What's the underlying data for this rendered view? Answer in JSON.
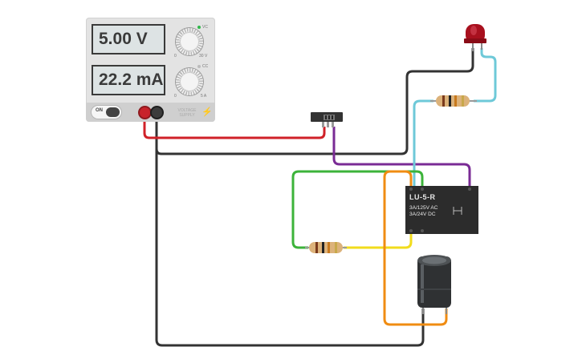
{
  "power_supply": {
    "voltage_display": "5.00 V",
    "current_display": "22.2 mA",
    "power_label": "ON",
    "voltage_knob": {
      "min_label": "0",
      "max_label": "30 V",
      "mode_label": "VC"
    },
    "current_knob": {
      "min_label": "0",
      "max_label": "5 A",
      "mode_label": "CC"
    },
    "brand_label": "VOLTAGE SUPPLY",
    "icon": "lightning-bolt-icon"
  },
  "relay": {
    "model": "LU-5-R",
    "rating_ac": "3A/125V AC",
    "rating_dc": "3A/24V  DC"
  },
  "colors": {
    "wire_red": "#d02128",
    "wire_black": "#333333",
    "wire_purple": "#7a2b95",
    "wire_green": "#3cb33a",
    "wire_yellow": "#f2dc1c",
    "wire_orange": "#f08c12",
    "wire_cyan": "#6ec9d8",
    "led": "#a8101e",
    "relay_body": "#2c2c2c",
    "capacitor": "#2f3133"
  }
}
